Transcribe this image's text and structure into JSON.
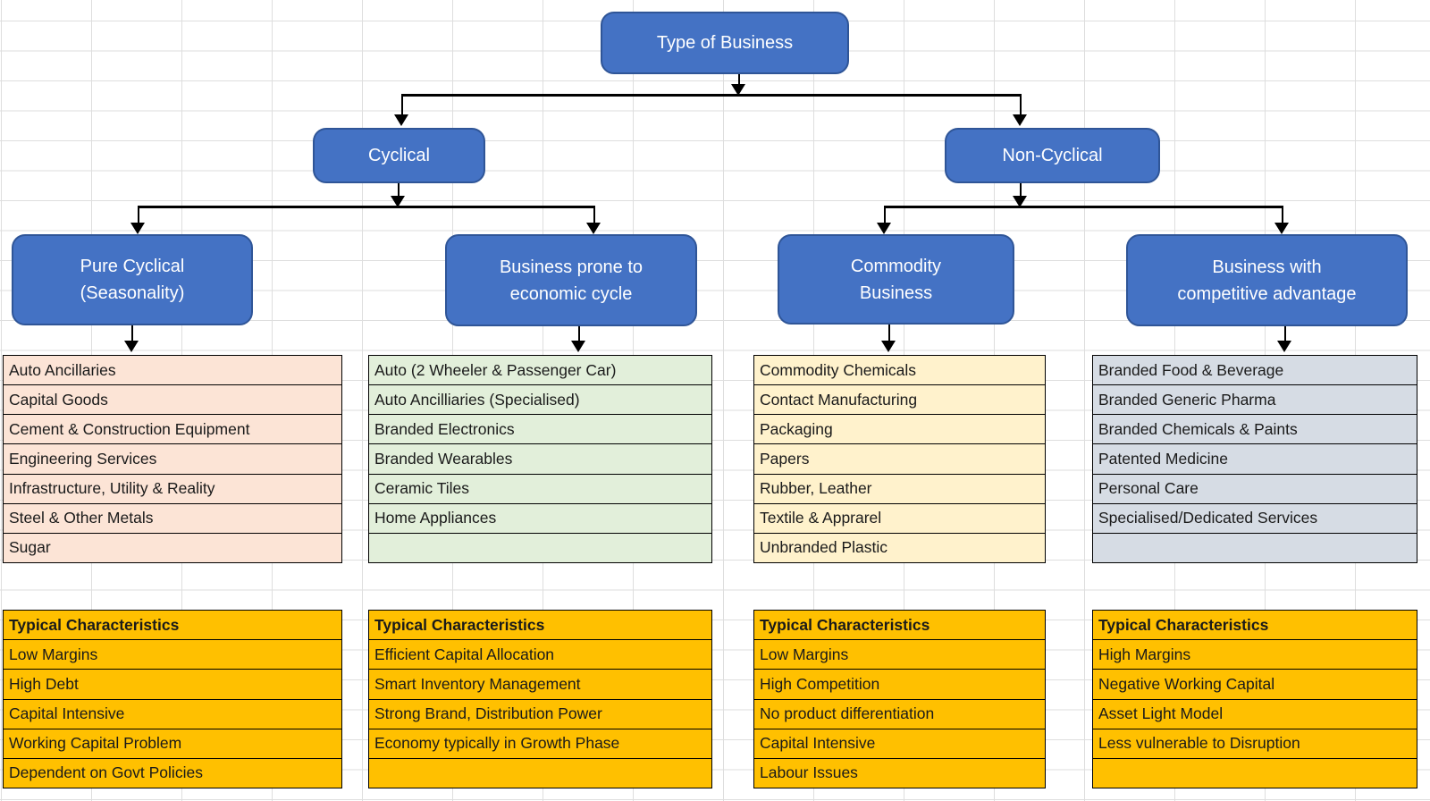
{
  "colors": {
    "node_fill": "#4472C4",
    "node_border": "#2F5597",
    "node_text": "#FFFFFF",
    "connector": "#000000",
    "gridline": "#DEDEDE",
    "characteristics_fill": "#FFC000"
  },
  "root": {
    "label": "Type of Business"
  },
  "level2": {
    "left": "Cyclical",
    "right": "Non-Cyclical"
  },
  "branches": [
    {
      "name": "pure-cyclical",
      "label_line1": "Pure Cyclical",
      "label_line2": "(Seasonality)",
      "list_fill": "#FCE4D6",
      "characteristics_fill": "#FFC000",
      "industries": [
        "Auto Ancillaries",
        "Capital Goods",
        "Cement & Construction Equipment",
        "Engineering Services",
        "Infrastructure, Utility & Reality",
        "Steel & Other Metals",
        "Sugar"
      ],
      "characteristics_title": "Typical Characteristics",
      "characteristics": [
        "Low Margins",
        "High Debt",
        "Capital Intensive",
        "Working Capital Problem",
        "Dependent on Govt Policies"
      ]
    },
    {
      "name": "economic-cycle",
      "label_line1": "Business prone to",
      "label_line2": "economic cycle",
      "list_fill": "#E2EFDA",
      "characteristics_fill": "#FFC000",
      "industries": [
        "Auto (2 Wheeler & Passenger Car)",
        "Auto Ancilliaries (Specialised)",
        "Branded Electronics",
        "Branded Wearables",
        "Ceramic Tiles",
        "Home Appliances",
        ""
      ],
      "characteristics_title": "Typical Characteristics",
      "characteristics": [
        "Efficient Capital Allocation",
        "Smart Inventory Management",
        "Strong Brand, Distribution Power",
        "Economy typically in Growth Phase",
        ""
      ]
    },
    {
      "name": "commodity-business",
      "label_line1": "Commodity",
      "label_line2": "Business",
      "list_fill": "#FFF2CC",
      "characteristics_fill": "#FFC000",
      "industries": [
        "Commodity Chemicals",
        "Contact Manufacturing",
        "Packaging",
        "Papers",
        "Rubber, Leather",
        "Textile & Apprarel",
        "Unbranded Plastic"
      ],
      "characteristics_title": "Typical Characteristics",
      "characteristics": [
        "Low Margins",
        "High Competition",
        "No product differentiation",
        "Capital Intensive",
        "Labour Issues"
      ]
    },
    {
      "name": "competitive-advantage",
      "label_line1": "Business with",
      "label_line2": "competitive advantage",
      "list_fill": "#D6DCE4",
      "characteristics_fill": "#FFC000",
      "industries": [
        "Branded Food & Beverage",
        "Branded Generic Pharma",
        "Branded Chemicals & Paints",
        "Patented Medicine",
        "Personal Care",
        "Specialised/Dedicated Services",
        ""
      ],
      "characteristics_title": "Typical Characteristics",
      "characteristics": [
        "High Margins",
        "Negative Working Capital",
        "Asset Light Model",
        "Less vulnerable to Disruption",
        ""
      ]
    }
  ]
}
